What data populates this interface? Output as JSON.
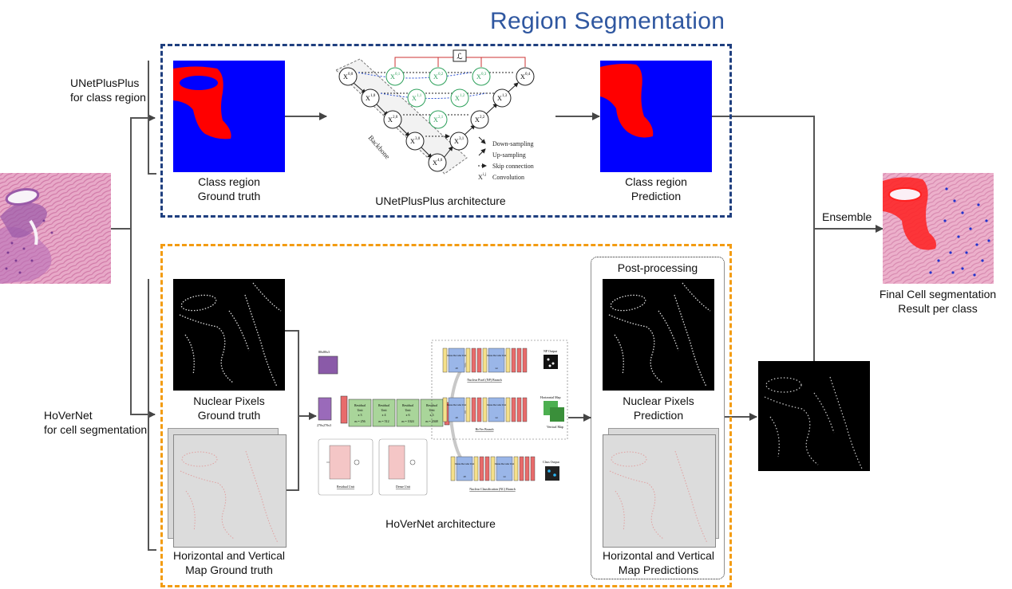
{
  "title": "Region Segmentation",
  "left": {
    "unet_label_1": "UNetPlusPlus",
    "unet_label_2": "for class region",
    "hover_label_1": "HoVerNet",
    "hover_label_2": "for cell segmentation"
  },
  "region": {
    "gt_caption_1": "Class region",
    "gt_caption_2": "Ground truth",
    "arch_caption": "UNetPlusPlus architecture",
    "pred_caption_1": "Class region",
    "pred_caption_2": "Prediction",
    "legend": {
      "down": "Down-sampling",
      "up": "Up-sampling",
      "skip": "Skip connection",
      "conv": "Convolution",
      "conv_symbol": "X",
      "conv_symbol_sup": "i,j"
    },
    "loss_symbol": "ℒ",
    "backbone": "Backbone",
    "nodes": [
      {
        "id": "X0,0",
        "base": "X",
        "sup": "0,0"
      },
      {
        "id": "X1,0",
        "base": "X",
        "sup": "1,0"
      },
      {
        "id": "X2,0",
        "base": "X",
        "sup": "2,0"
      },
      {
        "id": "X3,0",
        "base": "X",
        "sup": "3,0"
      },
      {
        "id": "X4,0",
        "base": "X",
        "sup": "4,0"
      },
      {
        "id": "X0,1",
        "base": "X",
        "sup": "0,1"
      },
      {
        "id": "X0,2",
        "base": "X",
        "sup": "0,2"
      },
      {
        "id": "X0,3",
        "base": "X",
        "sup": "0,3"
      },
      {
        "id": "X0,4",
        "base": "X",
        "sup": "0,4"
      },
      {
        "id": "X1,1",
        "base": "X",
        "sup": "1,1"
      },
      {
        "id": "X1,2",
        "base": "X",
        "sup": "1,2"
      },
      {
        "id": "X1,3",
        "base": "X",
        "sup": "1,3"
      },
      {
        "id": "X2,1",
        "base": "X",
        "sup": "2,1"
      },
      {
        "id": "X2,2",
        "base": "X",
        "sup": "2,2"
      },
      {
        "id": "X3,1",
        "base": "X",
        "sup": "3,1"
      }
    ]
  },
  "cell": {
    "np_gt_1": "Nuclear Pixels",
    "np_gt_2": "Ground truth",
    "hv_gt_1": "Horizontal and Vertical",
    "hv_gt_2": "Map  Ground truth",
    "arch_caption": "HoVerNet architecture",
    "post": "Post-processing",
    "np_pred_1": "Nuclear Pixels",
    "np_pred_2": "Prediction",
    "hv_pred_1": "Horizontal and Vertical",
    "hv_pred_2": "Map Predictions",
    "branches": {
      "np": "Nuclear Pixel (NP) Branch",
      "hv": "HoVer Branch",
      "nc": "Nuclear Classification (NC) Branch",
      "np_out": "NP Output",
      "hv_out": "Horizontal Map",
      "hv_out2": "Vertical Map",
      "nc_out": "Class Output",
      "input_size": "80x80x3",
      "input_size2": "270x270x3",
      "residual_unit": "Residual Unit",
      "dense_unit": "Dense Unit",
      "res_blocks": [
        {
          "l1": "Residual",
          "l2": "Unit",
          "l3": "x 3",
          "l4": "m = 256"
        },
        {
          "l1": "Residual",
          "l2": "Unit",
          "l3": "x 4",
          "l4": "m = 512"
        },
        {
          "l1": "Residual",
          "l2": "Unit",
          "l3": "x 6",
          "l4": "m = 1024"
        },
        {
          "l1": "Residual",
          "l2": "Unit",
          "l3": "x 3",
          "l4": "m = 2048"
        }
      ],
      "dec_label": "Dense Decoder Unit",
      "dec_x8": "x8",
      "dec_x4": "x4"
    }
  },
  "output": {
    "ensemble": "Ensemble",
    "final_1": "Final Cell segmentation",
    "final_2": "Result per class"
  },
  "colors": {
    "region_blue": "#0000ff",
    "region_red": "#ff0000",
    "title_blue": "#2f57a0",
    "box_blue": "#1f3f7f",
    "box_orange": "#f39c12",
    "node_green": "#2ca05a",
    "skip_blue": "#2a4fd0",
    "loss_red": "#cc3333"
  }
}
